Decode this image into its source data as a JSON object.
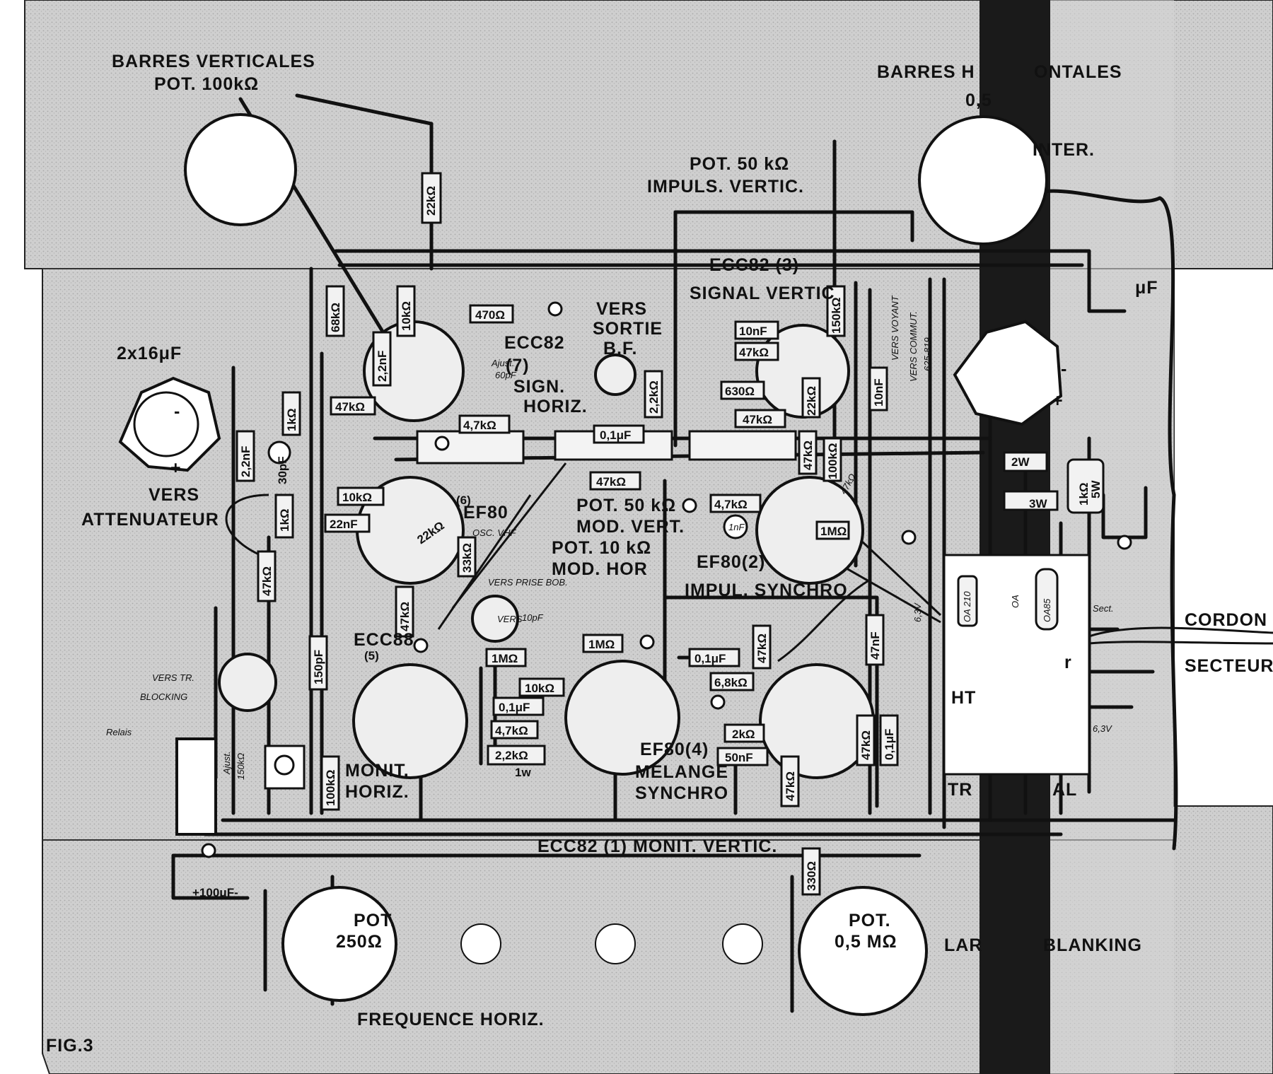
{
  "figure": {
    "number": "FIG.3",
    "controls": {
      "barres_verticales": "BARRES VERTICALES",
      "pot_100k": "POT. 100kΩ",
      "barres_horizontales": "BARRES H",
      "barres_horizontales_end": "ONTALES",
      "pot_05": "0,5",
      "inter": "INTER.",
      "pot_50k_impuls_1": "POT. 50 kΩ",
      "pot_50k_impuls_2": "IMPULS. VERTIC.",
      "pot_50k_mod_1": "POT. 50 kΩ",
      "pot_50k_mod_2": "MOD. VERT.",
      "pot_10k_1": "POT. 10 kΩ",
      "pot_10k_2": "MOD. HOR",
      "pot_250_1": "POT.",
      "pot_250_2": "250Ω",
      "pot_05m_1": "POT.",
      "pot_05m_2": "0,5 MΩ",
      "frequence_horiz": "FREQUENCE HORIZ.",
      "largeur_blanking_a": "LAR",
      "largeur_blanking_b": "BLANKING"
    },
    "tubes": {
      "ecc82_3": "ECC82 (3)",
      "signal_vertic": "SIGNAL VERTIC",
      "ecc82_7": "ECC82",
      "ecc82_7_num": "(7)",
      "sign_horiz_1": "SIGN.",
      "sign_horiz_2": "HORIZ.",
      "ef80_6": "EF80",
      "ef80_6_num": "(6)",
      "osc_vhf": "OSC. VHF",
      "ef80_2": "EF80(2)",
      "impul_synchro": "IMPUL. SYNCHRO",
      "ecc88_5": "ECC88",
      "ecc88_5_num": "(5)",
      "monit_horiz_1": "MONIT.",
      "monit_horiz_2": "HORIZ.",
      "ef80_4": "EF80(4)",
      "melange_synchro_1": "MELANGE",
      "melange_synchro_2": "SYNCHRO",
      "ecc82_1": "ECC82 (1) MONIT. VERTIC."
    },
    "connections": {
      "vers_sortie_1": "VERS",
      "vers_sortie_2": "SORTIE",
      "vers_sortie_3": "B.F.",
      "vers_attenuateur_1": "VERS",
      "vers_attenuateur_2": "ATTENUATEUR",
      "vers_prise_bob": "VERS PRISE BOB.",
      "vers": "VERS",
      "vers_tr_blocking_1": "VERS TR.",
      "vers_tr_blocking_2": "BLOCKING",
      "relais": "Relais",
      "vers_voyant": "VERS VOYANT",
      "vers_commut_1": "VERS COMMUT.",
      "vers_commut_2": "625-819",
      "cordon": "CORDON",
      "secteur": "SECTEUR",
      "sect": "Sect.",
      "r": "r",
      "ht": "HT",
      "v63": "6,3V",
      "tr": "TR",
      "al": "AL",
      "v63_small": "6,3V",
      "ajust_60pf_1": "Ajust.",
      "ajust_60pf_2": "60pF",
      "ajust_150k_1": "Ajust.",
      "ajust_150k_2": "150kΩ",
      "w1": "1w"
    },
    "capacitors": {
      "cap_2x16": "2x16μF",
      "cap_right": "μF",
      "cap_100uf": "+100μF-",
      "plus": "+",
      "minus": "-"
    },
    "components": {
      "r_22k_top": "22kΩ",
      "r_470": "470Ω",
      "r_68k": "68kΩ",
      "r_10k_a": "10kΩ",
      "c_2_2nf_a": "2,2nF",
      "r_47k_a": "47kΩ",
      "r_4_7k_a": "4,7kΩ",
      "c_10nf_a": "10nF",
      "r_47k_b": "47kΩ",
      "r_150k": "150kΩ",
      "r_630": "630Ω",
      "r_22k_b": "22kΩ",
      "c_10nf_b": "10nF",
      "r_47k_c": "47kΩ",
      "r_2_2k_a": "2,2kΩ",
      "c_0_1uf_a": "0,1μF",
      "r_47k_d": "47kΩ",
      "r_1k": "1kΩ",
      "c_2_2nf_b": "2,2nF",
      "c_30pf": "30pF",
      "r_1k_b": "1kΩ",
      "r_10k_b": "10kΩ",
      "c_22nf": "22nF",
      "r_22k_c": "22kΩ",
      "r_33k": "33kΩ",
      "r_47k_e": "47kΩ",
      "r_47k_f": "47kΩ",
      "r_4_7k_b": "4,7kΩ",
      "c_1nf": "1nF",
      "r_1m_a": "1MΩ",
      "r_47k_g": "47kΩ",
      "r_100k_a": "100kΩ",
      "r_47k_h": "47kΩ",
      "r_2w": "2W",
      "r_3w": "3W",
      "r_1k_5w_1": "1kΩ",
      "r_1k_5w_2": "5W",
      "c_150pf": "150pF",
      "c_10pf": "10pF",
      "r_1m_b": "1MΩ",
      "r_1m_c": "1MΩ",
      "r_10k_c": "10kΩ",
      "c_0_1uf_b": "0,1μF",
      "r_4_7k_c": "4,7kΩ",
      "r_2_2k_b": "2,2kΩ",
      "c_0_1uf_c": "0,1μF",
      "r_47k_i": "47kΩ",
      "r_6_8k": "6,8kΩ",
      "r_2k": "2kΩ",
      "c_50nf": "50nF",
      "r_47k_j": "47kΩ",
      "c_47nf": "47nF",
      "r_47k_k": "47kΩ",
      "c_0_1uf_d": "0,1μF",
      "r_100k_b": "100kΩ",
      "r_330": "330Ω",
      "oa210": "OA 210",
      "oa85": "OA85",
      "oa": "OA"
    }
  }
}
